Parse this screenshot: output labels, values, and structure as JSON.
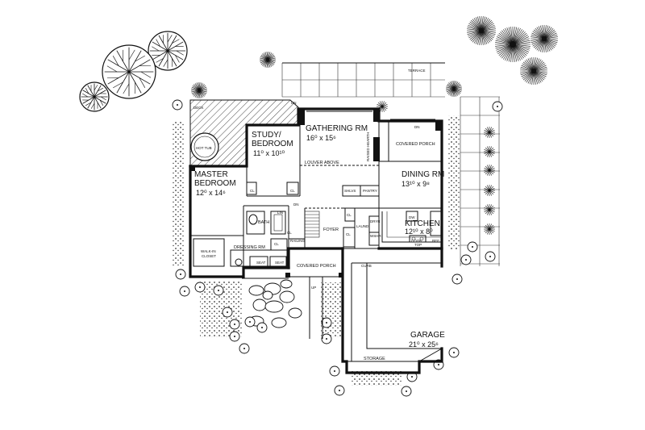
{
  "rooms": {
    "terrace": "TERRACE",
    "deck": "DECK",
    "hot_tub": "HOT TUB",
    "study": {
      "name1": "STUDY/",
      "name2": "BEDROOM",
      "dim": "11⁰ x 10¹⁰"
    },
    "gathering": {
      "name": "GATHERING RM",
      "dim": "16⁰ x 15⁶"
    },
    "covered_porch_rear": "COVERED PORCH",
    "master": {
      "name1": "MASTER",
      "name2": "BEDROOM",
      "dim": "12⁰ x 14⁶"
    },
    "dining": {
      "name": "DINING RM",
      "dim": "13¹⁰ x 9⁸"
    },
    "kitchen": {
      "name": "KITCHEN",
      "dim": "12¹⁰ x 8⁰"
    },
    "bath": "BATH",
    "foyer": "FOYER",
    "dressing": "DRESSING RM",
    "walkin1": "WALK-IN",
    "walkin2": "CLOSET",
    "covered_porch_front": "COVERED PORCH",
    "garage": {
      "name": "GARAGE",
      "dim": "21⁰ x 25⁶"
    },
    "storage": "STORAGE"
  },
  "annotations": {
    "dn_deck": "DN",
    "dn_porch": "DN",
    "louver": "LOUVER ABOVE",
    "raised_hearth": "RAISED HEARTH",
    "pantry": "PANTRY",
    "shlvs": "SHLVS",
    "lin": "LIN",
    "railing": "RAILING",
    "laund": "LAUND",
    "dryr": "DRYR",
    "wshr": "WSHR",
    "ref": "REF",
    "cook": "COOK",
    "top": "TOP",
    "dw": "DW",
    "seat_left": "SEAT",
    "seat_right": "SEAT",
    "up": "UP",
    "curb": "CURB",
    "cl_study_a": "CL",
    "cl_study_b": "CL",
    "cl_hall": "CL",
    "cl_foyer": "CL",
    "cl_laund": "CL",
    "cl_master": "CL",
    "dn_kitchen": "DN"
  }
}
